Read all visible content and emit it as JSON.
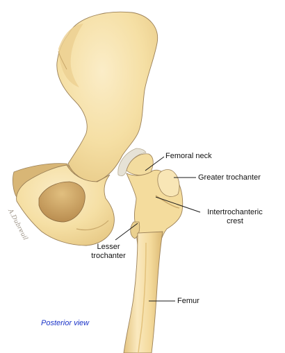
{
  "labels": {
    "femoral_neck": "Femoral neck",
    "greater_trochanter": "Greater trochanter",
    "intertrochanteric_crest_line1": "Intertrochanteric",
    "intertrochanteric_crest_line2": "crest",
    "lesser_trochanter_line1": "Lesser",
    "lesser_trochanter_line2": "trochanter",
    "femur": "Femur"
  },
  "caption": "Posterior view",
  "artist_signature": "A.Dubreuil",
  "colors": {
    "bone_fill": "#f5dfa4",
    "bone_light": "#faeccb",
    "bone_shadow": "#e3c27c",
    "bone_outline": "#9b8057",
    "foramen_shadow": "#c9a163",
    "cartilage": "#e6e2d6",
    "caption_text": "#1a33c8",
    "leader_line": "#1a1a1a"
  }
}
